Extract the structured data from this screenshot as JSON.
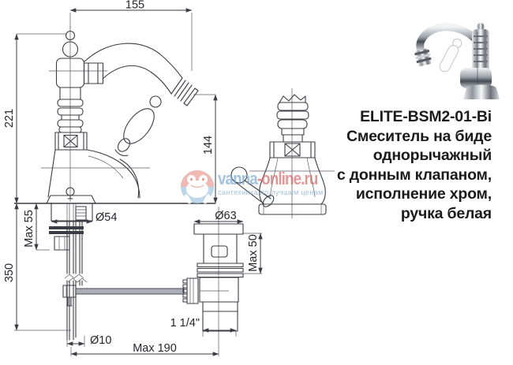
{
  "product": {
    "code": "ELITE-BSM2-01-Bi",
    "lines": [
      "Смеситель на биде",
      "однорычажный",
      "с донным клапаном,",
      "исполнение хром,",
      "ручка белая"
    ]
  },
  "watermark": {
    "brand_primary": "vanna",
    "brand_secondary": "-online.ru",
    "tagline": "сантехника по лучшим ценам"
  },
  "dimensions": {
    "spout_reach": "155",
    "total_height": "221",
    "spout_height": "144",
    "deck_max": "Max 55",
    "hose_length": "350",
    "base_dia": "Ø54",
    "drain_dia": "Ø63",
    "drain_max": "Max 50",
    "thread": "1 1/4\"",
    "hose_dia": "Ø10",
    "reach_max": "Max 190"
  },
  "colors": {
    "line": "#3c3c46",
    "watermark_blue": "#78a8cd",
    "watermark_red": "#d66060"
  }
}
